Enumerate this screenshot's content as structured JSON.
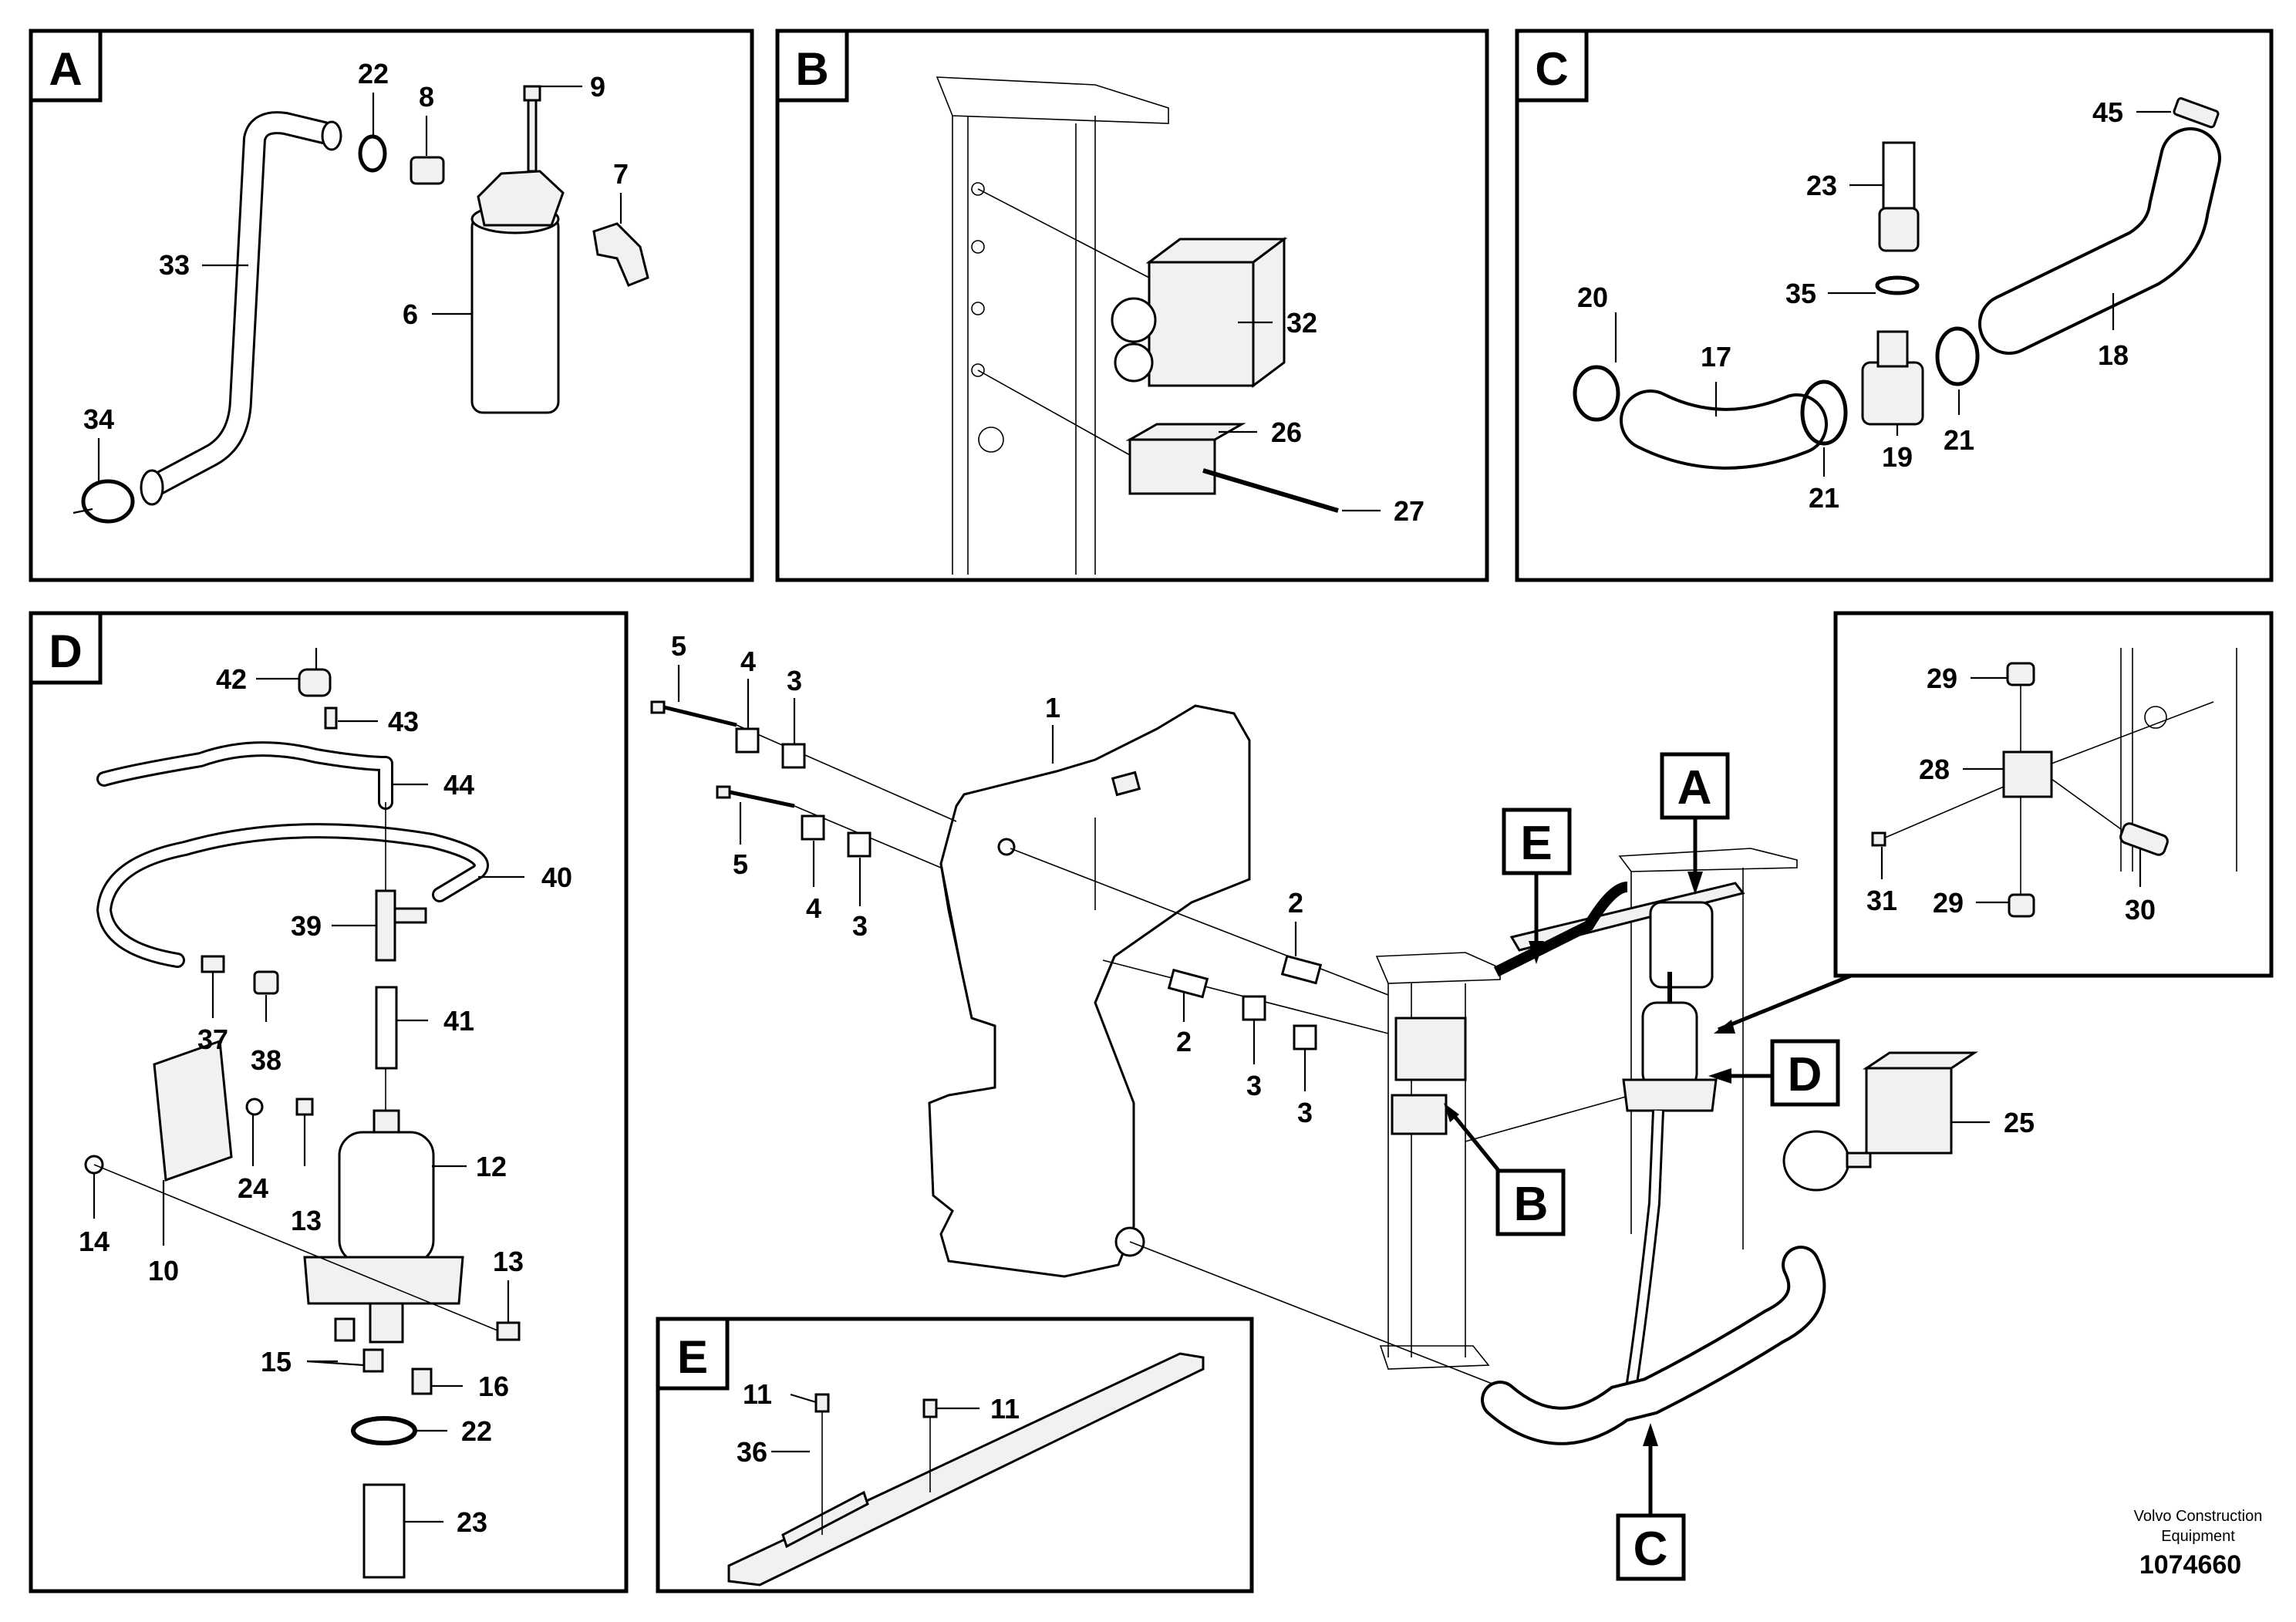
{
  "panels": {
    "A": {
      "letter": "A",
      "labels": {
        "n22": "22",
        "n8": "8",
        "n9": "9",
        "n7": "7",
        "n33": "33",
        "n6": "6",
        "n34": "34"
      }
    },
    "B": {
      "letter": "B",
      "labels": {
        "n32": "32",
        "n26": "26",
        "n27": "27"
      }
    },
    "C": {
      "letter": "C",
      "labels": {
        "n45": "45",
        "n23": "23",
        "n35": "35",
        "n20": "20",
        "n17": "17",
        "n18": "18",
        "n19": "19",
        "n21a": "21",
        "n21b": "21"
      }
    },
    "D": {
      "letter": "D",
      "labels": {
        "n42": "42",
        "n43": "43",
        "n44": "44",
        "n40": "40",
        "n39": "39",
        "n37": "37",
        "n38": "38",
        "n41": "41",
        "n12": "12",
        "n14": "14",
        "n24": "24",
        "n13a": "13",
        "n10": "10",
        "n13b": "13",
        "n15": "15",
        "n16": "16",
        "n22": "22",
        "n23": "23"
      }
    },
    "E": {
      "letter": "E",
      "labels": {
        "n11a": "11",
        "n11b": "11",
        "n36": "36"
      }
    },
    "detail": {
      "labels": {
        "n29a": "29",
        "n28": "28",
        "n31": "31",
        "n29b": "29",
        "n30": "30"
      }
    }
  },
  "main": {
    "labels": {
      "n5a": "5",
      "n4a": "4",
      "n3a": "3",
      "n1": "1",
      "n5b": "5",
      "n4b": "4",
      "n3b": "3",
      "n2a": "2",
      "n2b": "2",
      "n3c": "3",
      "n3d": "3",
      "n25": "25"
    },
    "callouts": {
      "A": "A",
      "B": "B",
      "C": "C",
      "D": "D",
      "E": "E"
    }
  },
  "footer": {
    "credit_line1": "Volvo Construction",
    "credit_line2": "Equipment",
    "doc_number": "1074660"
  }
}
